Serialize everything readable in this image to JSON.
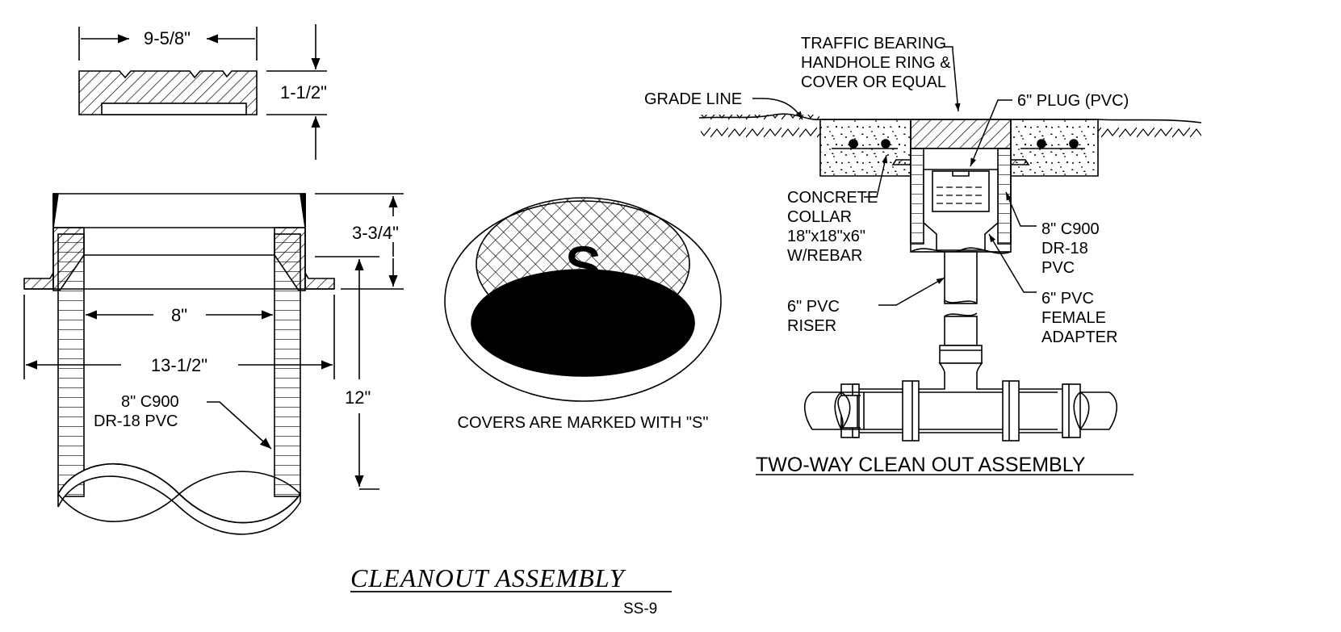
{
  "title": "CLEANOUT ASSEMBLY",
  "sheet": "SS-9",
  "cover_detail": {
    "width_dim": "9-5/8\"",
    "thickness_dim": "1-1/2\""
  },
  "pipe_section": {
    "rim_dim": "3-3/4\"",
    "height_dim": "12\"",
    "inner_dim": "8\"",
    "outer_dim": "13-1/2\"",
    "pipe_label_1": "8\" C900",
    "pipe_label_2": "DR-18 PVC"
  },
  "cover_view": {
    "mark": "S",
    "note": "COVERS ARE MARKED WITH \"S\""
  },
  "two_way": {
    "title": "TWO-WAY CLEAN OUT ASSEMBLY",
    "traffic_1": "TRAFFIC BEARING",
    "traffic_2": "HANDHOLE RING &",
    "traffic_3": "COVER OR EQUAL",
    "grade": "GRADE LINE",
    "plug": "6\" PLUG (PVC)",
    "collar_1": "CONCRETE",
    "collar_2": "COLLAR",
    "collar_3": "18\"x18\"x6\"",
    "collar_4": "W/REBAR",
    "c900_1": "8\" C900",
    "c900_2": "DR-18",
    "c900_3": "PVC",
    "riser_1": "6\" PVC",
    "riser_2": "RISER",
    "adapter_1": "6\" PVC",
    "adapter_2": "FEMALE",
    "adapter_3": "ADAPTER"
  }
}
